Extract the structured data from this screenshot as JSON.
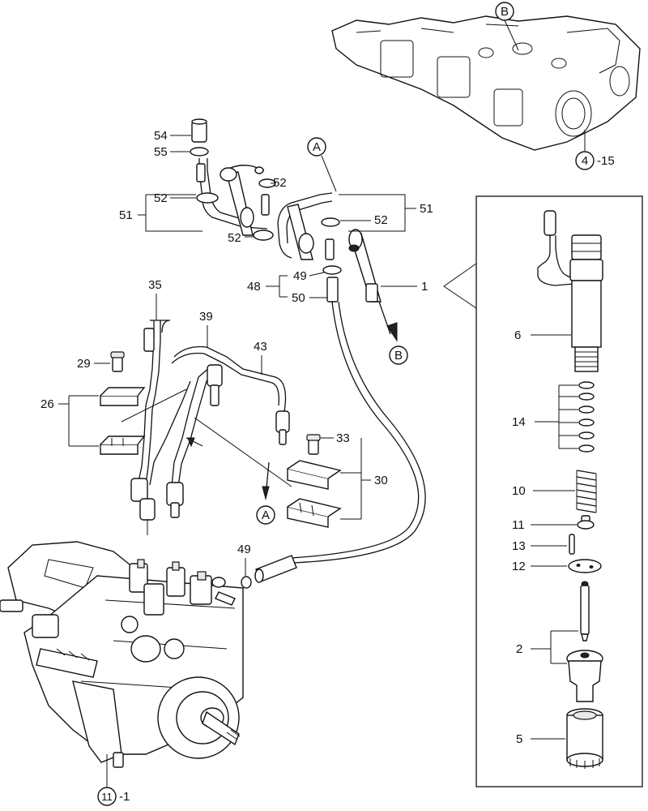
{
  "callouts": {
    "c54": "54",
    "c55": "55",
    "c52a": "52",
    "c52b": "52",
    "c52c": "52",
    "c52d": "52",
    "c51a": "51",
    "c51b": "51",
    "c49a": "49",
    "c49b": "49",
    "c48": "48",
    "c50": "50",
    "c1": "1",
    "c35": "35",
    "c39": "39",
    "c43": "43",
    "c29": "29",
    "c26": "26",
    "c33": "33",
    "c30": "30",
    "c6": "6",
    "c14": "14",
    "c10": "10",
    "c11": "11",
    "c13": "13",
    "c12": "12",
    "c2": "2",
    "c5": "5"
  },
  "refs": {
    "ref4_num": "4",
    "ref4_suffix": "-15",
    "ref11_num": "11",
    "ref11_suffix": "-1"
  },
  "markers": {
    "mA1": "A",
    "mA2": "A",
    "mB1": "B",
    "mB2": "B"
  }
}
